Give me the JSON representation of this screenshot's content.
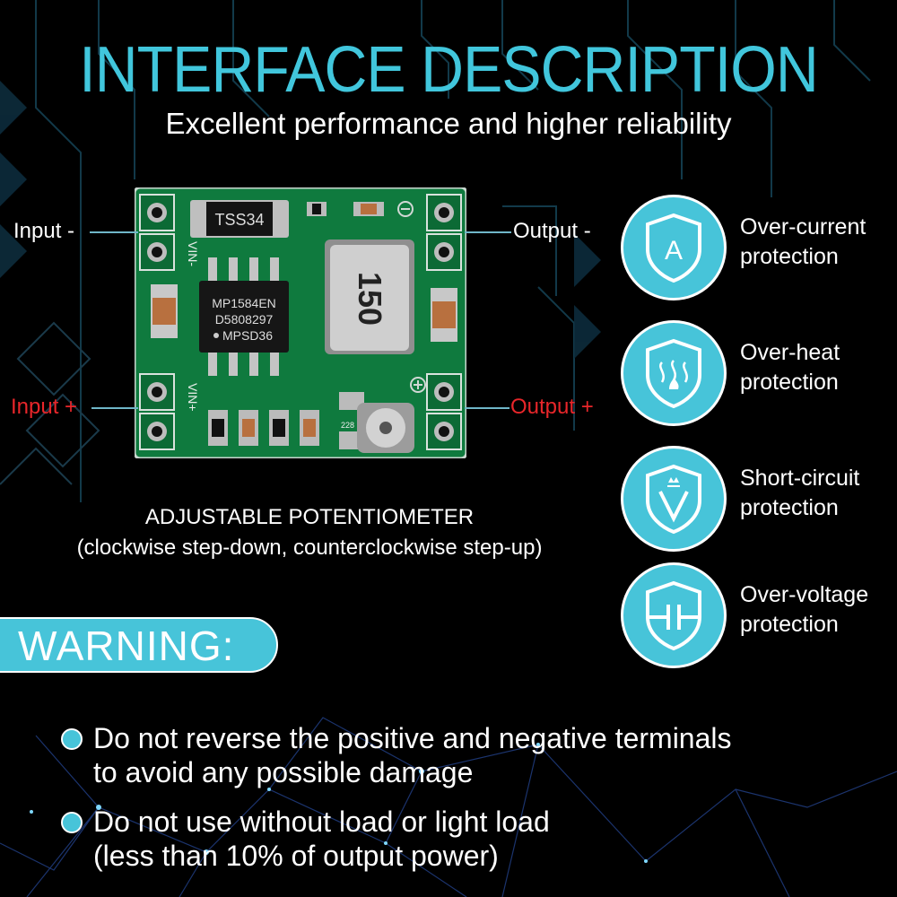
{
  "header": {
    "title": "INTERFACE DESCRIPTION",
    "subtitle": "Excellent performance and higher reliability"
  },
  "board": {
    "diode_marking": "TSS34",
    "chip_marking": [
      "MP1584EN",
      "D5808297",
      "MPSD36"
    ],
    "inductor_marking": "150",
    "pot_marking": "228",
    "silkscreen_vin_minus": "VIN-",
    "silkscreen_vin_plus": "VIN+",
    "pcb_color": "#0f7a3e"
  },
  "terminals": {
    "input_minus": "Input -",
    "input_plus": "Input +",
    "output_minus": "Output -",
    "output_plus": "Output +"
  },
  "potentiometer": {
    "title": "ADJUSTABLE POTENTIOMETER",
    "note": "(clockwise step-down, counterclockwise step-up)"
  },
  "features": [
    {
      "icon": "shield-a-icon",
      "line1": "Over-current",
      "line2": "protection"
    },
    {
      "icon": "shield-heat-icon",
      "line1": "Over-heat",
      "line2": "protection"
    },
    {
      "icon": "shield-v-icon",
      "line1": "Short-circuit",
      "line2": "protection"
    },
    {
      "icon": "shield-capacitor-icon",
      "line1": "Over-voltage",
      "line2": "protection"
    }
  ],
  "warning": {
    "label": "WARNING:",
    "items": [
      {
        "line1": "Do not reverse the positive and negative terminals",
        "line2": "to avoid any possible damage"
      },
      {
        "line1": "Do not use without load or light load",
        "line2": "(less than 10% of output power)"
      }
    ]
  },
  "colors": {
    "accent": "#41c6dc",
    "warning_red": "#e8262a",
    "background": "#000000"
  }
}
